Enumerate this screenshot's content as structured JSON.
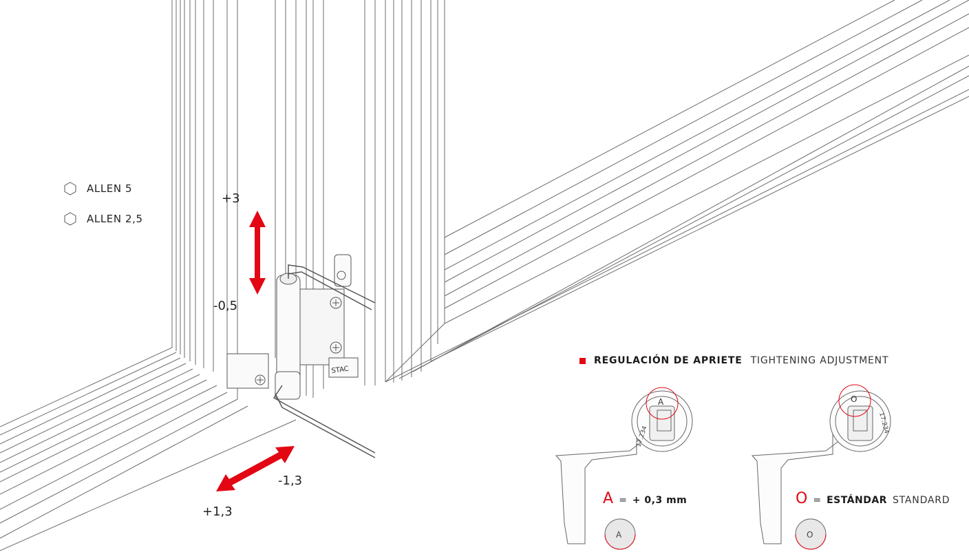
{
  "legend": [
    {
      "icon": "allen-hex-icon",
      "label": "ALLEN 5"
    },
    {
      "icon": "allen-hex-icon",
      "label": "ALLEN 2,5"
    }
  ],
  "vertical_adjustment": {
    "plus": "+3",
    "minus": "-0,5"
  },
  "lateral_adjustment": {
    "minus": "-1,3",
    "plus": "+1,3"
  },
  "hinge_brand": "STAC",
  "tightening": {
    "title_bold": "REGULACIÓN DE APRIETE",
    "title_en": "TIGHTENING ADJUSTMENT",
    "option_a": {
      "symbol": "A",
      "equals": "=",
      "value": "+ 0,3 mm"
    },
    "option_o": {
      "symbol": "O",
      "equals": "=",
      "value_bold": "ESTÁNDAR",
      "value_en": "STANDARD"
    },
    "cam_marking": "17.234"
  },
  "colors": {
    "accent": "#e30613",
    "line": "#6b6b6b"
  }
}
